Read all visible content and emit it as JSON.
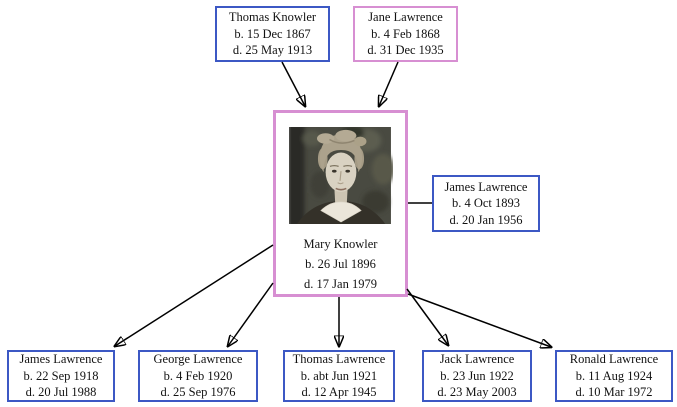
{
  "colors": {
    "male_box_border": "#3C58C4",
    "female_box_border": "#D78FD2",
    "connector": "#000000",
    "background": "#FFFFFF",
    "text": "#121212"
  },
  "persons": {
    "father": {
      "name": "Thomas Knowler",
      "birth": "b. 15 Dec 1867",
      "death": "d. 25 May 1913"
    },
    "mother": {
      "name": "Jane Lawrence",
      "birth": "b. 4 Feb 1868",
      "death": "d. 31 Dec 1935"
    },
    "subject": {
      "name": "Mary Knowler",
      "birth": "b. 26 Jul 1896",
      "death": "d. 17 Jan 1979",
      "photo": "mary-knowler-portrait"
    },
    "spouse": {
      "name": "James Lawrence",
      "birth": "b. 4 Oct 1893",
      "death": "d. 20 Jan 1956"
    },
    "children": [
      {
        "name": "James Lawrence",
        "birth": "b. 22 Sep 1918",
        "death": "d. 20 Jul 1988"
      },
      {
        "name": "George Lawrence",
        "birth": "b. 4 Feb 1920",
        "death": "d. 25 Sep 1976"
      },
      {
        "name": "Thomas Lawrence",
        "birth": "b. abt Jun 1921",
        "death": "d. 12 Apr 1945"
      },
      {
        "name": "Jack Lawrence",
        "birth": "b. 23 Jun 1922",
        "death": "d. 23 May 2003"
      },
      {
        "name": "Ronald Lawrence",
        "birth": "b. 11 Aug 1924",
        "death": "d. 10 Mar 1972"
      }
    ]
  }
}
